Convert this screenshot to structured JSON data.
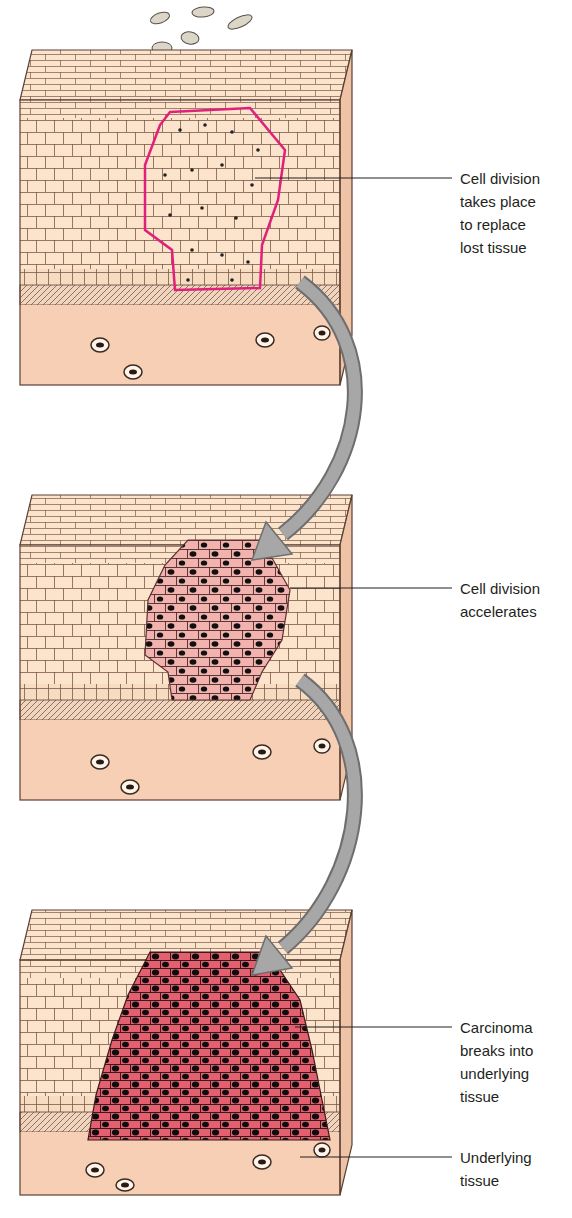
{
  "diagram": {
    "labels": [
      "Cell division takes place to replace lost tissue",
      "Cell division accelerates",
      "Carcinoma breaks into underlying tissue",
      "Underlying tissue"
    ]
  }
}
